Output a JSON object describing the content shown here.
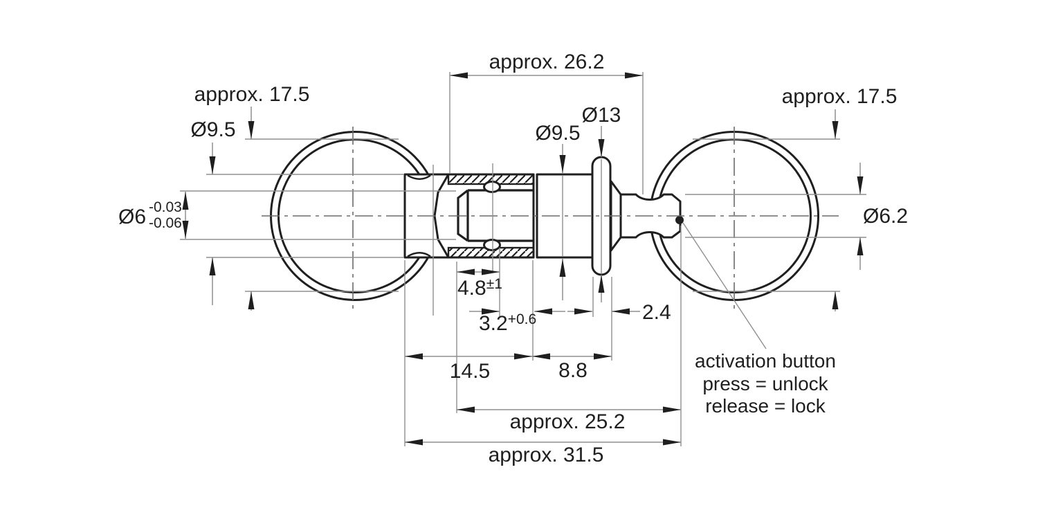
{
  "colors": {
    "ink": "#1f1f1f",
    "thin_line": "#8f8f8f",
    "centerline": "#6a6a6a",
    "background": "#ffffff"
  },
  "dimensions": {
    "top_length": "approx. 26.2",
    "left_ring_id": "approx. 17.5",
    "right_ring_id": "approx. 17.5",
    "left_shank_dia": "Ø9.5",
    "body_dia": "Ø9.5",
    "flange_dia": "Ø13",
    "bore_dia": {
      "value": "Ø6",
      "tol_upper": "-0.03",
      "tol_lower": "-0.06"
    },
    "pin_dia": "Ø6.2",
    "ball_position": {
      "value": "4.8",
      "tol": "±1"
    },
    "ball_travel": {
      "value": "3.2",
      "tol": "+0.6"
    },
    "flange_thickness": "2.4",
    "body_length": "14.5",
    "front_length": "8.8",
    "pin_length": "approx. 25.2",
    "overall_length": "approx. 31.5"
  },
  "callout": {
    "line1": "activation button",
    "line2": "press = unlock",
    "line3": "release = lock"
  }
}
